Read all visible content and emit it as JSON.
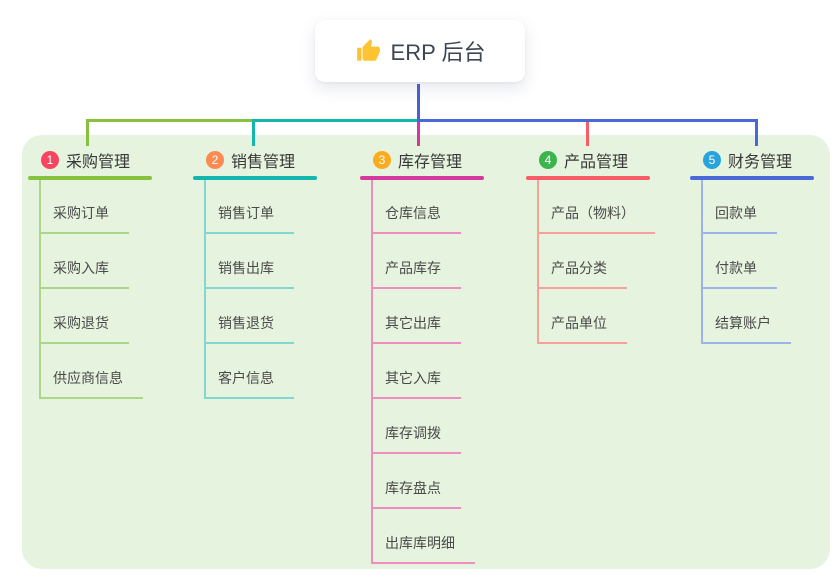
{
  "root": {
    "label": "ERP 后台",
    "icon": "thumbs-up-icon"
  },
  "panel": {
    "background": "#e6f4df"
  },
  "connectors": {
    "root_line_color": "#4a5fd6",
    "segments": [
      {
        "name": "left",
        "color": "#87c23f"
      },
      {
        "name": "mid",
        "color": "#13b7ae"
      },
      {
        "name": "right",
        "color": "#4a68d8"
      }
    ]
  },
  "branches": [
    {
      "index": "1",
      "label": "采购管理",
      "badge_color": "#f8455f",
      "line_color": "#87c23f",
      "child_line_color": "#abd78a",
      "children": [
        "采购订单",
        "采购入库",
        "采购退货",
        "供应商信息"
      ]
    },
    {
      "index": "2",
      "label": "销售管理",
      "badge_color": "#fc8a52",
      "line_color": "#13b7ae",
      "child_line_color": "#82d7d0",
      "children": [
        "销售订单",
        "销售出库",
        "销售退货",
        "客户信息"
      ]
    },
    {
      "index": "3",
      "label": "库存管理",
      "badge_color": "#fbab1f",
      "line_color": "#d5399d",
      "child_line_color": "#ef8cc0",
      "children": [
        "仓库信息",
        "产品库存",
        "其它出库",
        "其它入库",
        "库存调拨",
        "库存盘点",
        "出库库明细"
      ]
    },
    {
      "index": "4",
      "label": "产品管理",
      "badge_color": "#3cb54e",
      "line_color": "#f85c66",
      "child_line_color": "#f9a09b",
      "children": [
        "产品（物料）",
        "产品分类",
        "产品单位"
      ]
    },
    {
      "index": "5",
      "label": "财务管理",
      "badge_color": "#29a3dc",
      "line_color": "#4a68d8",
      "child_line_color": "#9db3ea",
      "children": [
        "回款单",
        "付款单",
        "结算账户"
      ]
    }
  ]
}
